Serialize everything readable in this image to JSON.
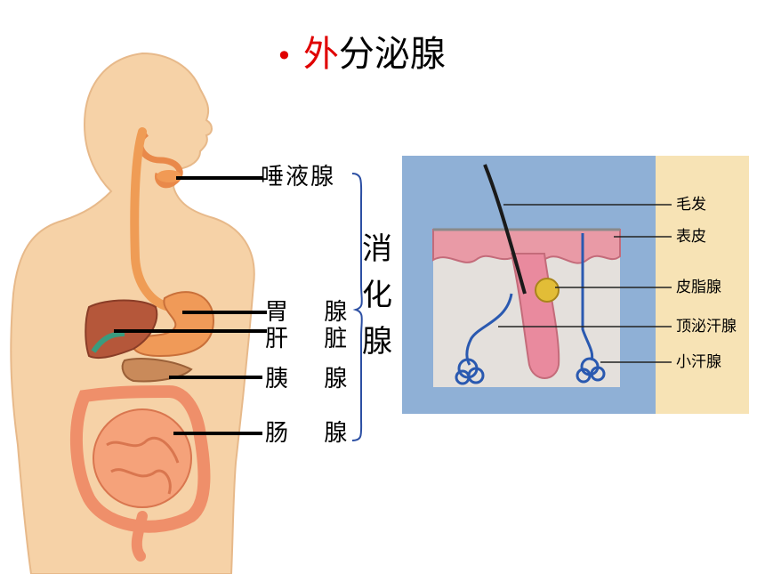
{
  "title": {
    "bullet": "•",
    "red_part": "外",
    "rest": "分泌腺"
  },
  "digestive": {
    "labels": [
      "唾液腺",
      "胃　 腺",
      "肝　 脏",
      "胰　 腺",
      "肠　 腺"
    ],
    "group_label": [
      "消",
      "化",
      "腺"
    ]
  },
  "skin": {
    "labels": [
      "毛发",
      "表皮",
      "皮脂腺",
      "顶泌汗腺",
      "小汗腺"
    ]
  },
  "colors": {
    "title_accent": "#e00000",
    "skin_panel": "#8fb0d6",
    "skin_label_bg": "#f7e3b5",
    "body": "#f6d2a7",
    "brace": "#2c4fa3"
  }
}
